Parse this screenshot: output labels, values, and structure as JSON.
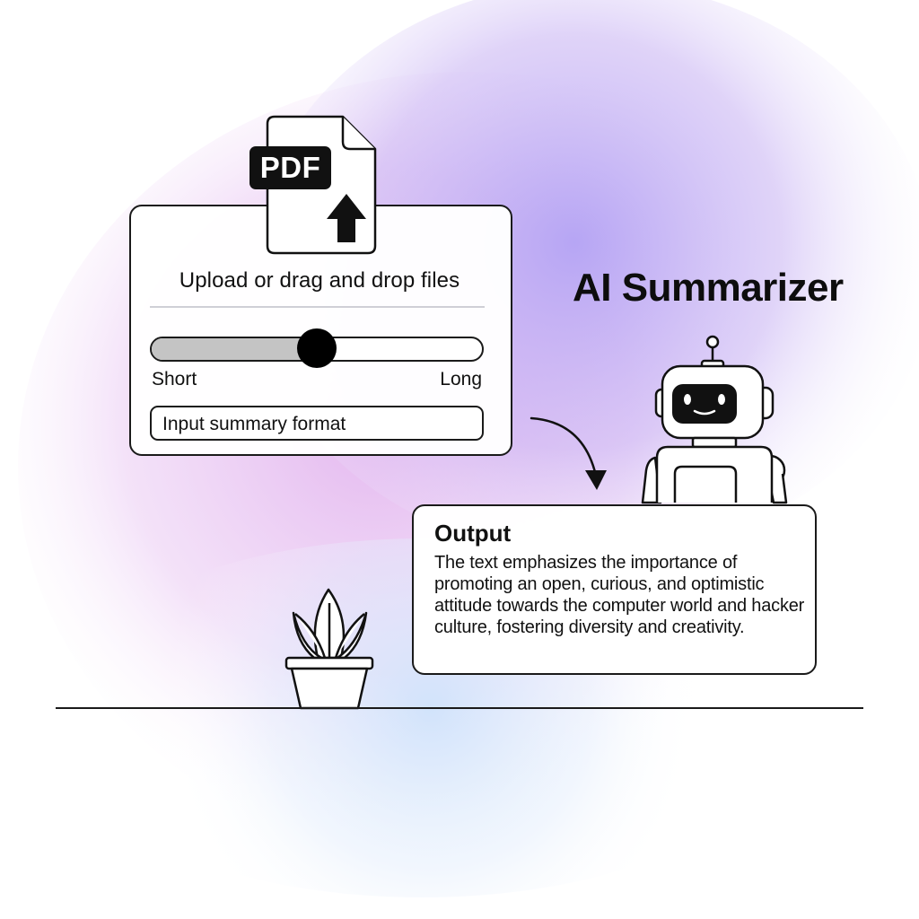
{
  "upload": {
    "badge_text": "PDF",
    "prompt": "Upload or drag and drop files"
  },
  "length_slider": {
    "min_label": "Short",
    "max_label": "Long",
    "value_fraction": 0.5
  },
  "format_input": {
    "placeholder": "Input summary format"
  },
  "title": "AI Summarizer",
  "output": {
    "heading": "Output",
    "text": "The text emphasizes the importance of promoting an open, curious, and optimistic attitude towards the computer world and hacker culture, fostering diversity and creativity."
  },
  "colors": {
    "glow_violet": "#b9a8f5",
    "glow_pink": "#e1b7ee",
    "glow_blue": "#cfe3fb",
    "ink": "#111111",
    "slider_fill": "#c4c4c4"
  },
  "icons": {
    "file": "pdf-file-icon",
    "upload": "upload-arrow-icon",
    "robot": "robot-illustration",
    "plant": "potted-plant-illustration",
    "arrow": "curved-arrow-icon"
  }
}
